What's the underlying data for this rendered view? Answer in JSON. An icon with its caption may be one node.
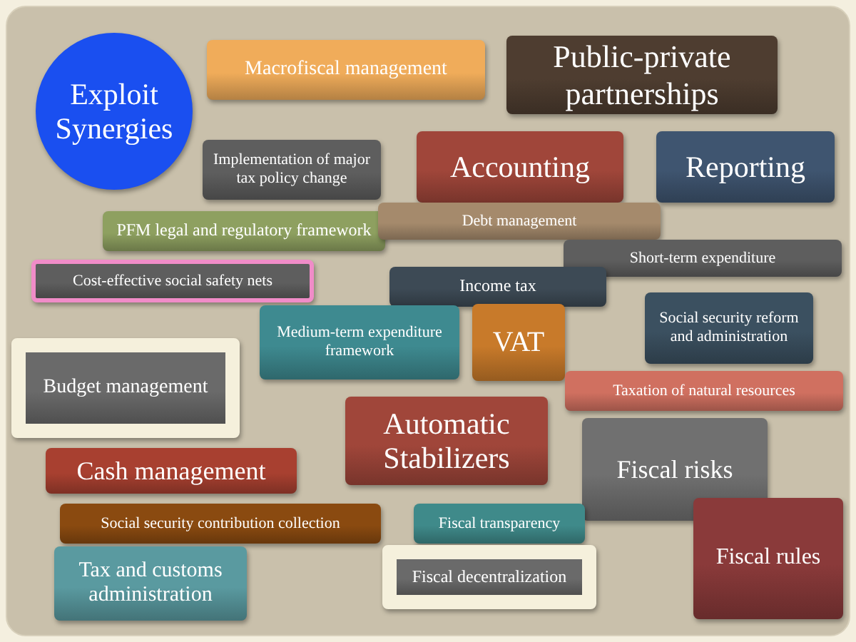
{
  "diagram": {
    "nodes": [
      {
        "text": [
          "Exploit Synergies"
        ]
      },
      {
        "text": [
          "Macrofiscal management"
        ]
      },
      {
        "text": [
          "Public-private partnerships"
        ]
      },
      {
        "text": [
          "Implementation of major tax policy change"
        ]
      },
      {
        "text": [
          "Accounting"
        ]
      },
      {
        "text": [
          "Reporting"
        ]
      },
      {
        "text": [
          "PFM legal and regulatory framework"
        ]
      },
      {
        "text": [
          "Debt management"
        ]
      },
      {
        "text": [
          "Short-term expenditure"
        ]
      },
      {
        "text": [
          "Cost-effective social safety nets"
        ]
      },
      {
        "text": [
          "Income tax"
        ]
      },
      {
        "text": [
          "Social security reform and administration"
        ]
      },
      {
        "text": [
          "Medium-term expenditure framework"
        ]
      },
      {
        "text": [
          "VAT"
        ]
      },
      {
        "text": [
          "Budget management"
        ]
      },
      {
        "text": [
          "Taxation of natural resources"
        ]
      },
      {
        "text": [
          "Cash management"
        ]
      },
      {
        "text": [
          "Automatic Stabilizers"
        ]
      },
      {
        "text": [
          "Fiscal risks"
        ]
      },
      {
        "text": [
          "Social security contribution collection"
        ]
      },
      {
        "text": [
          "Fiscal transparency"
        ]
      },
      {
        "text": [
          "Fiscal rules"
        ]
      },
      {
        "text": [
          "Tax and customs administration"
        ]
      },
      {
        "text": [
          "Fiscal decentralization"
        ]
      }
    ]
  }
}
